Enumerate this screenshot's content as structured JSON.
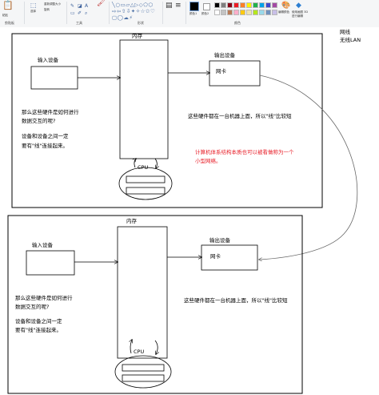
{
  "toolbar": {
    "paste_label": "粘贴",
    "select_label": "选择",
    "resize_label": "重新调整大小",
    "rotate_label": "旋转",
    "clipboard_group": "剪贴板",
    "tools_group": "工具",
    "shapes_group": "形状",
    "colors_group": "颜色",
    "color1_label": "颜色1",
    "color2_label": "颜色2",
    "edit_colors_label": "编辑颜色",
    "paint3d_label": "使用画图 3D 进行编辑",
    "palette": [
      "#000000",
      "#7f7f7f",
      "#880015",
      "#ed1c24",
      "#ff7f27",
      "#fff200",
      "#22b14c",
      "#00a2e8",
      "#3f48cc",
      "#a349a4",
      "#ffffff",
      "#c3c3c3",
      "#b97a57",
      "#ffaec9",
      "#ffc90e",
      "#efe4b0",
      "#b5e61d",
      "#99d9ea",
      "#7092be",
      "#c8bfe7"
    ]
  },
  "notes": {
    "network_cable": "网线",
    "wireless_lan": "无线LAN"
  },
  "top_diagram": {
    "memory": "内存",
    "input_device": "输入设备",
    "output_device": "输出设备",
    "nic": "网卡",
    "cpu": "CPU",
    "question_line1": "那么这些硬件是如何进行",
    "question_line2": "数据交互的呢?",
    "connect_line1": "设备和设备之间一定",
    "connect_line2": "要有\"线\"连接起来。",
    "same_machine": "这些硬件都在一台机器上面，所以\"线\"比较短",
    "network_line1": "计算机体系结构本质也可以被看做称为一个",
    "network_line2": "小型网络。"
  },
  "bottom_diagram": {
    "memory": "内存",
    "input_device": "输入设备",
    "output_device": "输出设备",
    "nic": "网卡",
    "cpu": "CPU",
    "question_line1": "那么这些硬件是如何进行",
    "question_line2": "数据交互的呢?",
    "connect_line1": "设备和设备之间一定",
    "connect_line2": "要有\"线\"连接起来。",
    "same_machine": "这些硬件都在一台机器上面，所以\"线\"比较短"
  },
  "colors": {
    "red_text": "#e8202a",
    "stroke": "#000000",
    "link_curve": "#666666"
  }
}
